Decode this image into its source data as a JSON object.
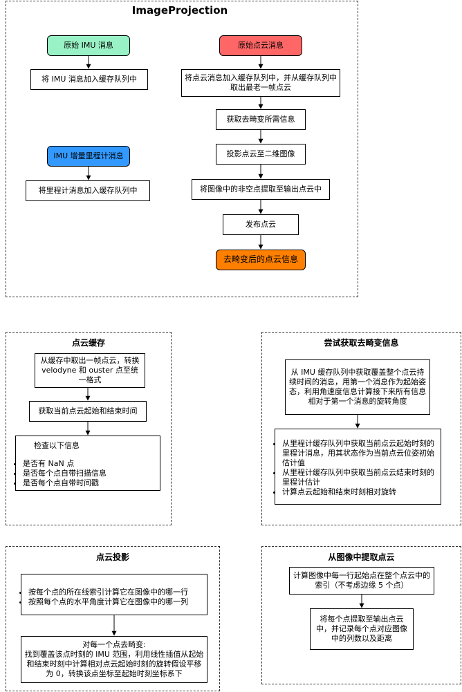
{
  "image_projection": {
    "title": "ImageProjection",
    "imu_msg": "原始 IMU 消息",
    "imu_queue": "将 IMU 消息加入缓存队列中",
    "odom_msg": "IMU 增量里程计消息",
    "odom_queue": "将里程计消息加入缓存队列中",
    "cloud_msg": "原始点云消息",
    "cloud_queue": "将点云消息加入缓存队列中，并从缓存队列中取出最老一帧点云",
    "deskew_info": "获取去畸变所需信息",
    "project": "投影点云至二维图像",
    "extract": "将图像中的非空点提取至输出点云中",
    "publish": "发布点云",
    "output": "去畸变后的点云信息"
  },
  "cache_cloud": {
    "title": "点云缓存",
    "step1": "从缓存中取出一帧点云，转换 velodyne 和 ouster 点至统一格式",
    "step2": "获取当前点云起始和结束时间",
    "check_title": "检查以下信息",
    "check_items": [
      "是否有 NaN 点",
      "是否每个点自带扫描信息",
      "是否每个点自带时间戳"
    ]
  },
  "deskew_info": {
    "title": "尝试获取去畸变信息",
    "step1": "从 IMU 缓存队列中获取覆盖整个点云持续时间的消息，用第一个消息作为起始姿态，利用角速度信息计算接下来所有信息相对于第一个消息的旋转角度",
    "items": [
      "从里程计缓存队列中获取当前点云起始时刻的里程计消息，用其状态作为当前点云位姿初始估计值",
      "从里程计缓存队列中获取当前点云结束时刻的里程计估计",
      "计算点云起始和结束时刻相对旋转"
    ]
  },
  "projection": {
    "title": "点云投影",
    "items": [
      "按每个点的所在线索引计算它在图像中的哪一行",
      "按照每个点的水平角度计算它在图像中的哪一列"
    ],
    "deskew_title": "对每一个点去畸变:",
    "deskew_body": "找到覆盖该点时刻的 IMU 范围，利用线性插值从起始和结束时刻中计算相对点云起始时刻的旋转假设平移为 0，转换该点坐标至起始时刻坐标系下"
  },
  "extraction": {
    "title": "从图像中提取点云",
    "step1": "计算图像中每一行起始点在整个点云中的索引（不考虑边缘 5 个点）",
    "step2": "将每个点提取至输出点云中，并记录每个点对应图像中的列数以及距离"
  },
  "colors": {
    "imu_msg": "#99F2C5",
    "odom_msg": "#3399FF",
    "cloud_msg": "#FF6666",
    "output": "#FF8000"
  }
}
